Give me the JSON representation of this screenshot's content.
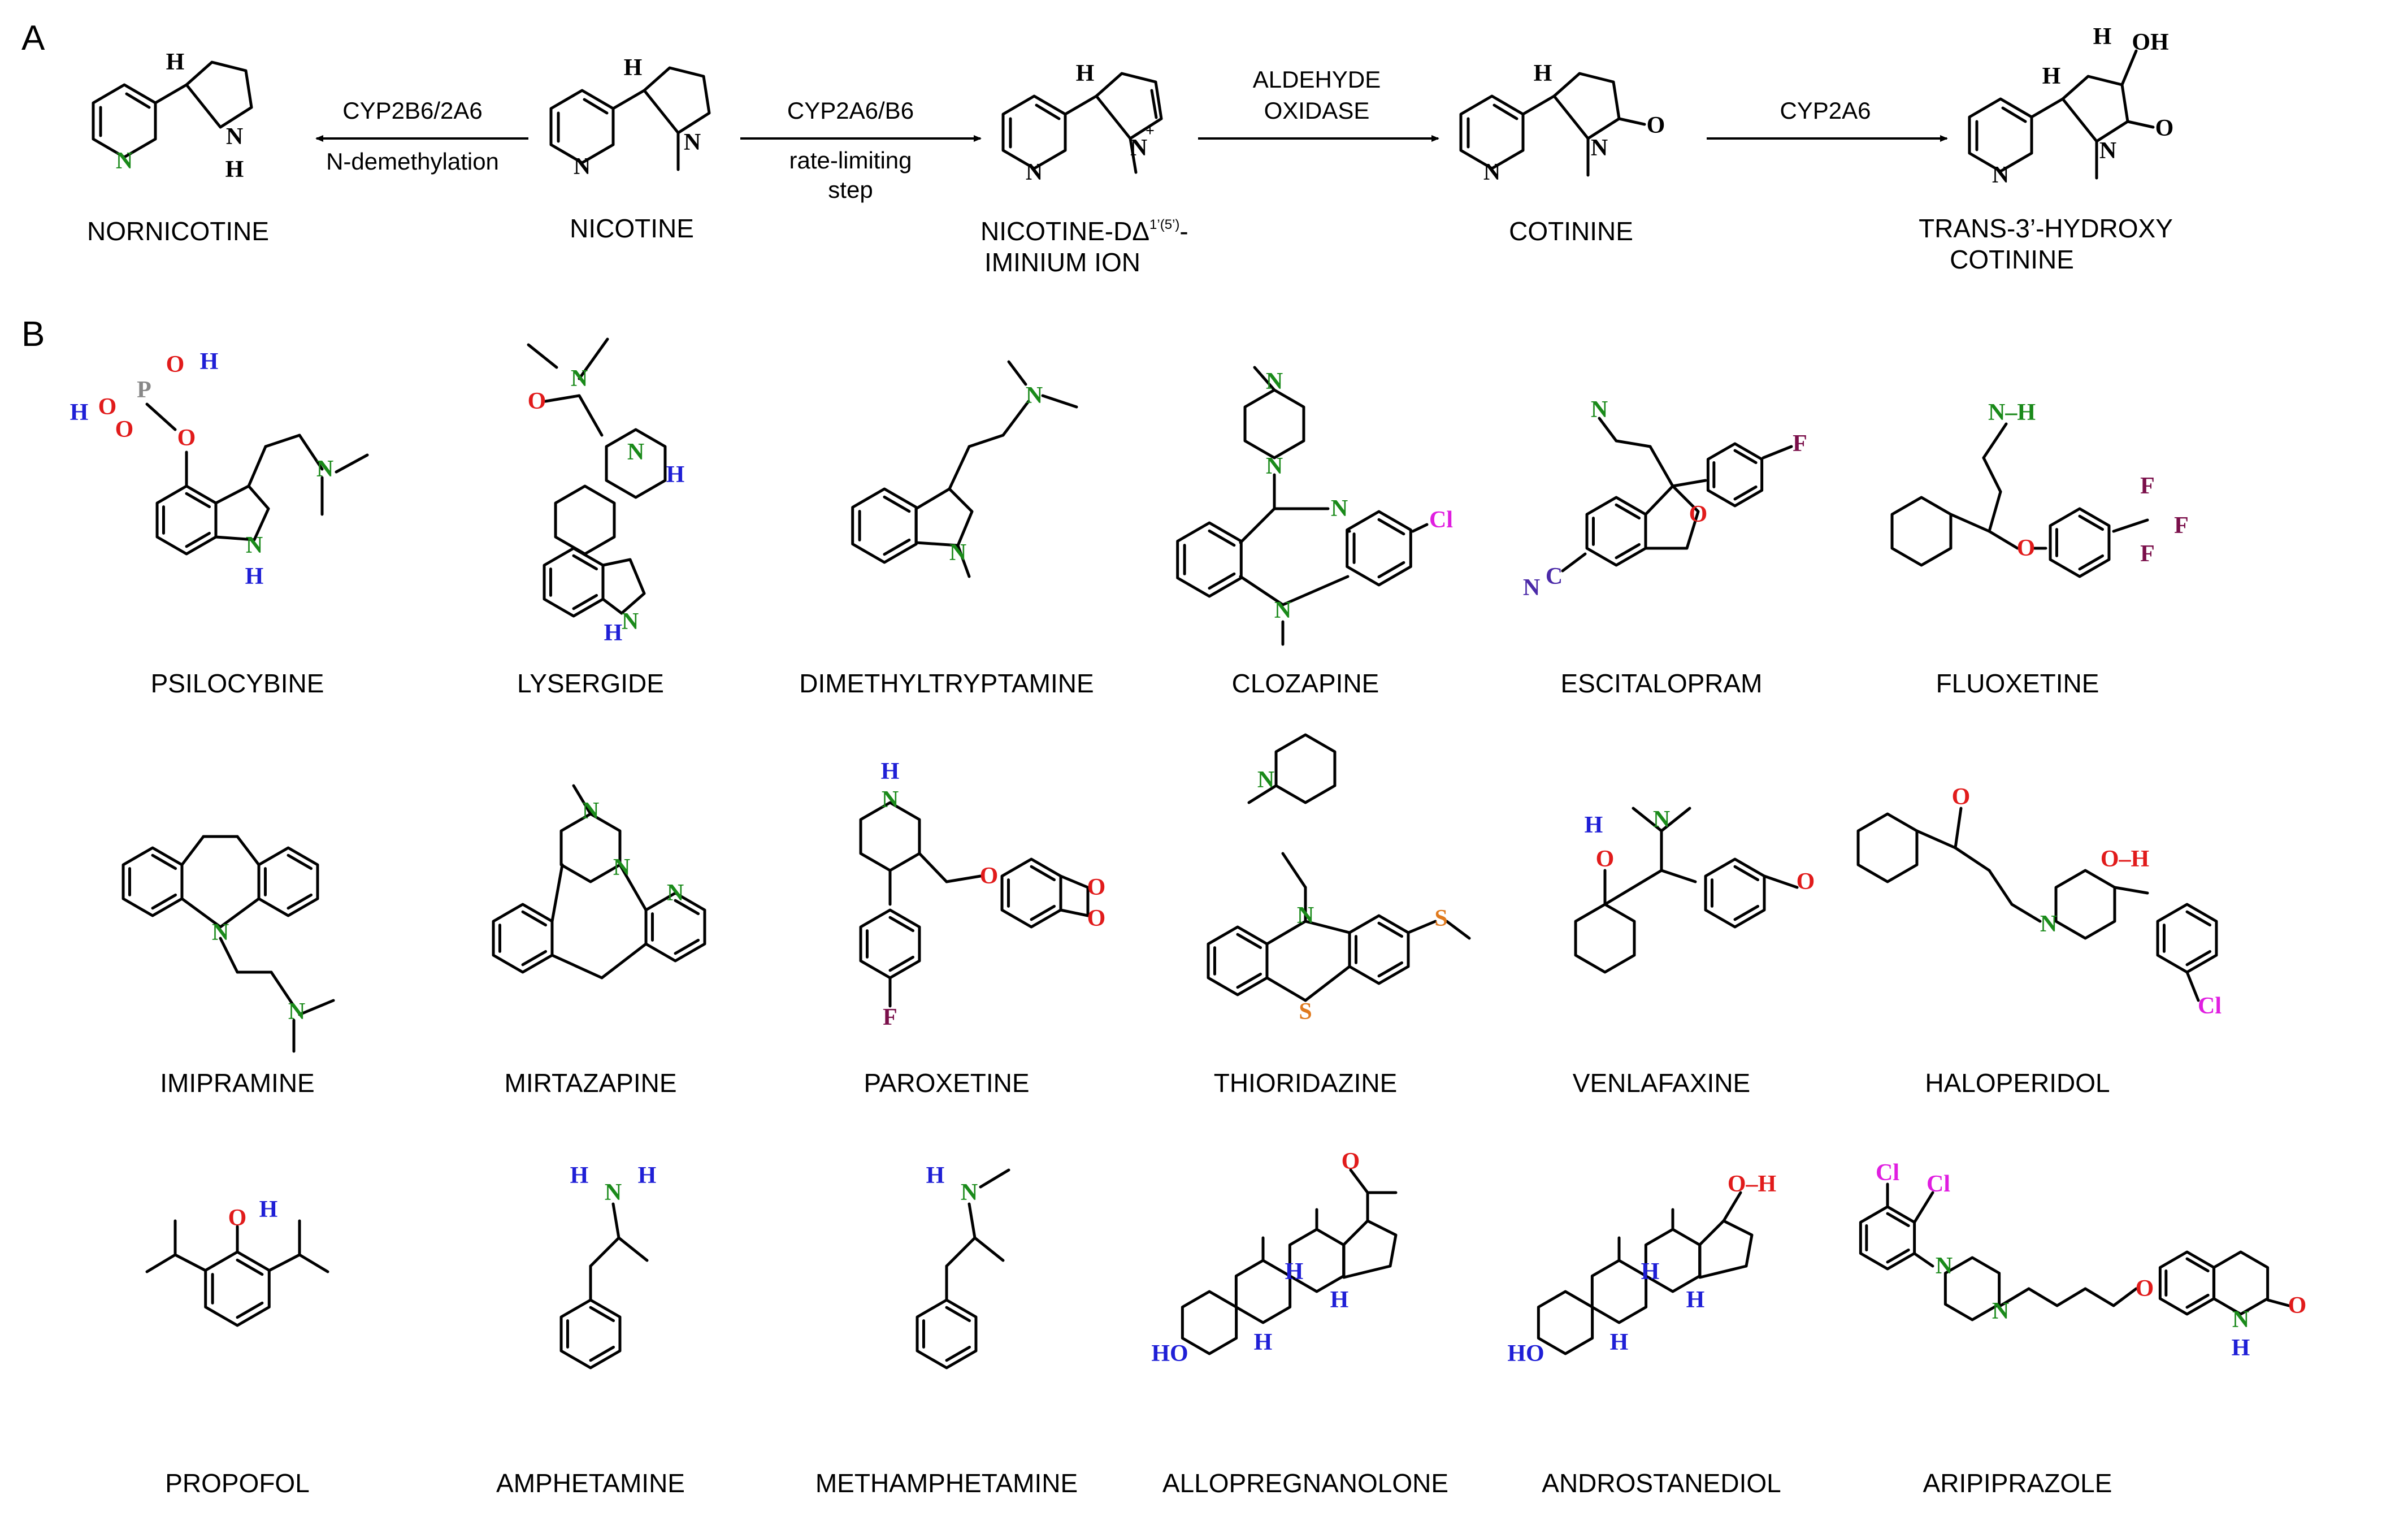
{
  "panels": {
    "a": "A",
    "b": "B"
  },
  "colors": {
    "nitrogen": "#1a8a1a",
    "oxygen": "#e11b1b",
    "hydrogen": "#1f1fd6",
    "chlorine": "#e01ee0",
    "fluorine": "#7a0f4a",
    "sulfur": "#e07a1e",
    "phosphorus": "#888888",
    "cyano_n": "#4b2aa8"
  },
  "pathway": {
    "compounds": {
      "nornicotine": "NORNICOTINE",
      "nicotine": "NICOTINE",
      "iminium_line1": "NICOTINE-DΔ",
      "iminium_sup": "1’(5’)",
      "iminium_suffix": "-",
      "iminium_line2": "IMINIUM ION",
      "cotinine": "COTININE",
      "hydroxycotinine_line1": "TRANS-3’-HYDROXY",
      "hydroxycotinine_line2": "COTININE"
    },
    "reactions": {
      "r1_top": "CYP2B6/2A6",
      "r1_bottom": "N-demethylation",
      "r2_top": "CYP2A6/B6",
      "r2_bottom1": "rate-limiting",
      "r2_bottom2": "step",
      "r3_top1": "ALDEHYDE",
      "r3_top2": "OXIDASE",
      "r4_top": "CYP2A6"
    }
  },
  "atoms": {
    "N": "N",
    "H": "H",
    "O": "O",
    "OH": "OH",
    "P": "P",
    "F": "F",
    "Cl": "Cl",
    "S": "S",
    "C": "C",
    "NH": "N–H",
    "OHdash": "O–H",
    "HO": "HO",
    "plus": "+"
  },
  "drugs": {
    "row1": [
      "PSILOCYBINE",
      "LYSERGIDE",
      "DIMETHYLTRYPTAMINE",
      "CLOZAPINE",
      "ESCITALOPRAM",
      "FLUOXETINE"
    ],
    "row2": [
      "IMIPRAMINE",
      "MIRTAZAPINE",
      "PAROXETINE",
      "THIORIDAZINE",
      "VENLAFAXINE",
      "HALOPERIDOL"
    ],
    "row3": [
      "PROPOFOL",
      "AMPHETAMINE",
      "METHAMPHETAMINE",
      "ALLOPREGNANOLONE",
      "ANDROSTANEDIOL",
      "ARIPIPRAZOLE"
    ]
  }
}
